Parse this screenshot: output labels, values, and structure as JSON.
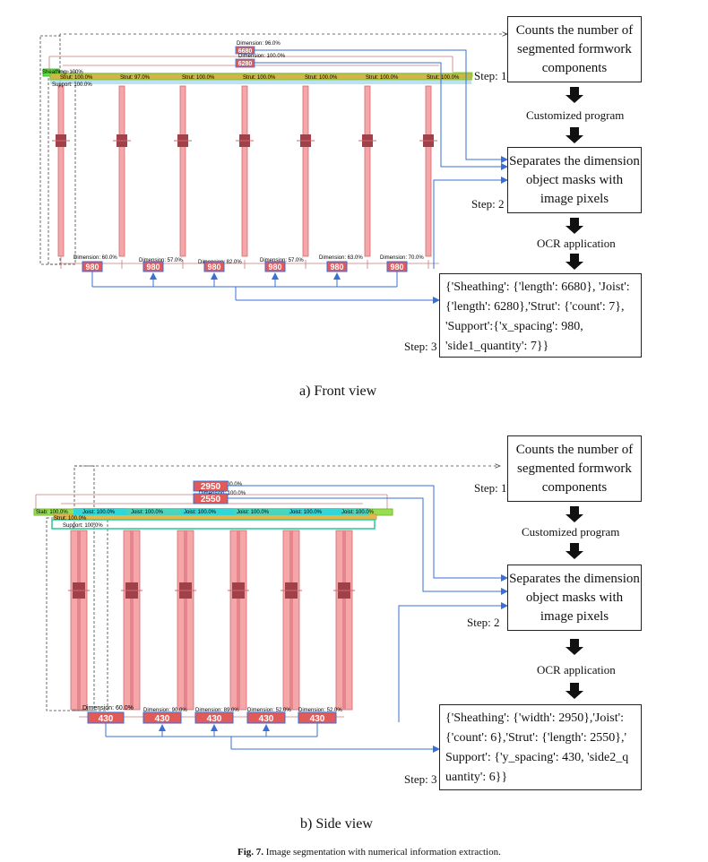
{
  "step_labels": [
    "Step: 1",
    "Step: 2",
    "Step: 3"
  ],
  "front": {
    "caption": "a) Front view",
    "box1": "Counts the number of segmented formwork components",
    "mid1": "Customized program",
    "box2": "Separates the dimension object masks with image pixels",
    "mid2": "OCR application",
    "result": "{'Sheathing': {'length': 6680}, 'Joist': {'length': 6280},'Strut': {'count': 7}, 'Support':{'x_spacing': 980, 'side1_quantity': 7}}",
    "dims_top": [
      "6680",
      "6280"
    ],
    "dim_top_labels": [
      "Dimension: 96.0%",
      "Dimension: 100.0%"
    ],
    "dims_bottom": [
      "980",
      "980",
      "980",
      "980",
      "980",
      "980"
    ],
    "dim_bottom_labels": [
      "Dimension: 60.0%",
      "Dimension: 57.0%",
      "Dimension: 82.0%",
      "Dimension: 57.0%",
      "Dimension: 63.0%",
      "Dimension: 70.0%"
    ],
    "strut_labels": [
      "Strut: 100.0%",
      "Strut: 97.0%",
      "Strut: 100.0%",
      "Strut: 100.0%",
      "Strut: 100.0%",
      "Strut: 100.0%",
      "Strut: 100.0%"
    ],
    "sheathing_label": "Sheathing: 100%",
    "support_label": "Support: 100.0%"
  },
  "side": {
    "caption": "b) Side view",
    "box1": "Counts the number of segmented formwork components",
    "mid1": "Customized program",
    "box2": "Separates the dimension object masks with image pixels",
    "mid2": "OCR application",
    "result": "{'Sheathing': {'width': 2950},'Joist': {'count': 6},'Strut': {'length': 2550},' Support': {'y_spacing': 430, 'side2_q uantity': 6}}",
    "dims_top": [
      "2950",
      "2550"
    ],
    "dim_top_labels": [
      "Dimension: 100.0%",
      "Dimension: 100.0%"
    ],
    "dims_bottom": [
      "430",
      "430",
      "430",
      "430",
      "430"
    ],
    "dim_bottom_labels": [
      "Dimension: 60.0%",
      "Dimension: 90.0%",
      "Dimension: 89.0%",
      "Dimension: 52.0%",
      "Dimension: 52.0%"
    ],
    "joist_labels": [
      "Joist: 100.0%",
      "Joist: 100.0%",
      "Joist: 100.0%",
      "Joist: 100.0%",
      "Joist: 100.0%",
      "Joist: 100.0%"
    ],
    "slab_label": "Slab: 100.0%",
    "strut_label": "Strut: 100.0%",
    "support_label": "Support: 100.0%"
  },
  "figure_caption_label": "Fig. 7.",
  "figure_caption_text": "Image segmentation with numerical information extraction.",
  "colors": {
    "strut_fill": "#f4a6a8",
    "strut_stroke": "#d06a70",
    "sheathing": "#c8a05a",
    "joist_cyan": "#33d6d6",
    "green": "#55cc55",
    "connector_blue": "#3a6fd8",
    "dim_box": "#e05a5a"
  }
}
